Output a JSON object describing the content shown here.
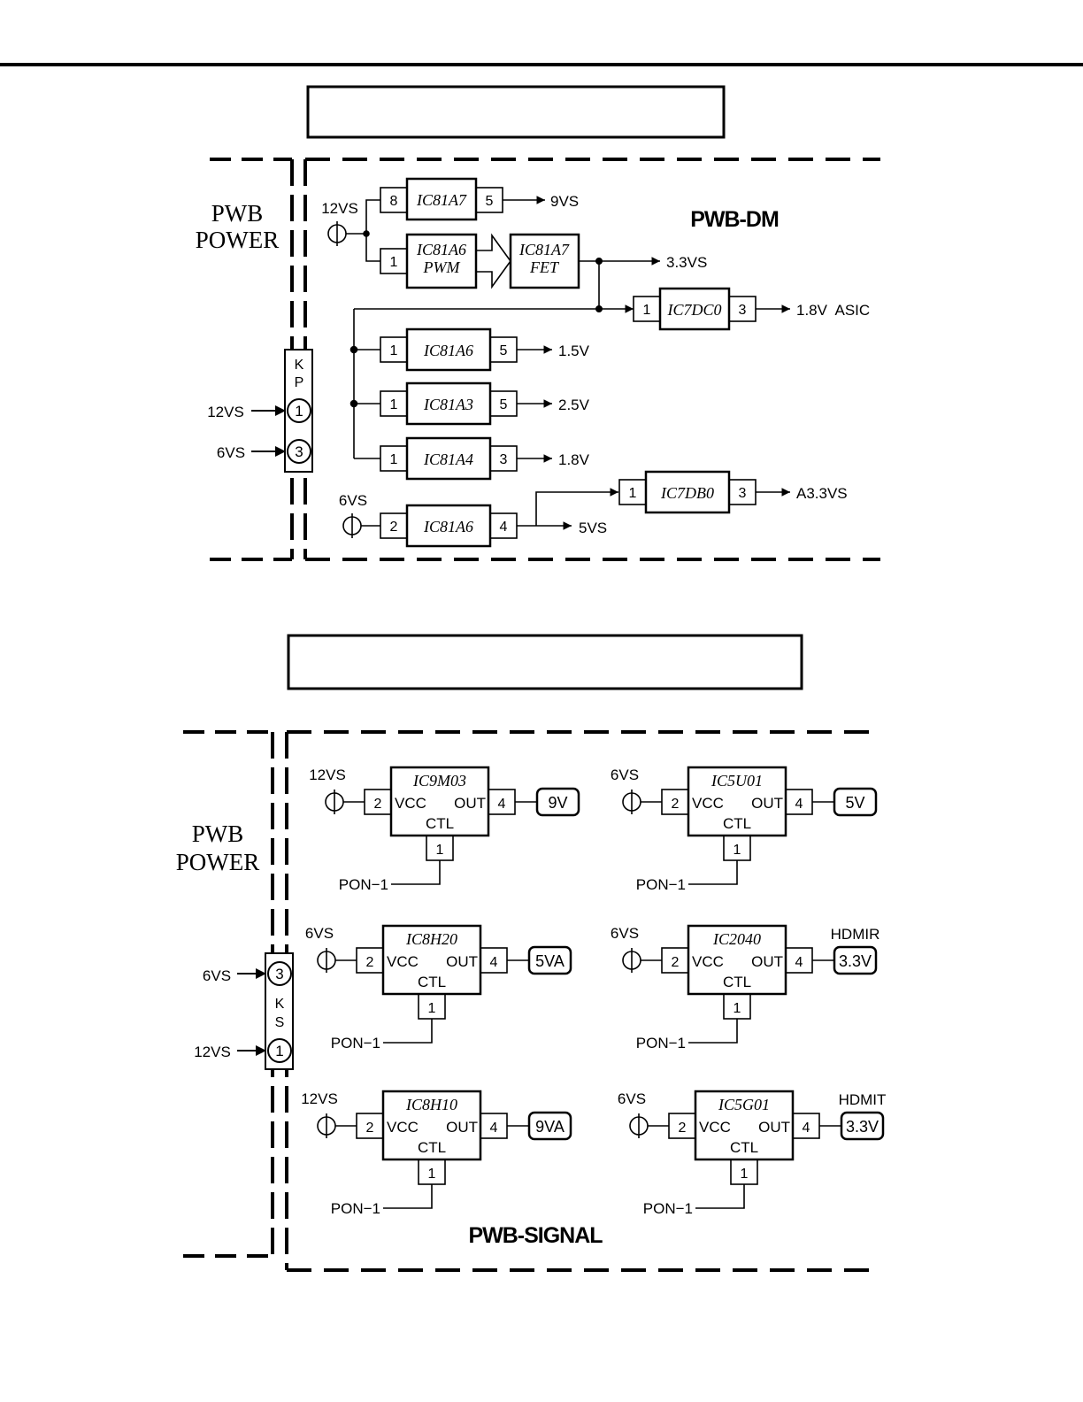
{
  "page": {
    "top_box_text": "",
    "bottom_box_text": ""
  },
  "dm": {
    "board_label": "PWB-DM",
    "power_label_1": "PWB",
    "power_label_2": "POWER",
    "connector": {
      "k": "K",
      "p": "P",
      "pin1": "1",
      "pin3": "3",
      "in1": "12VS",
      "in3": "6VS"
    },
    "source_12vs": "12VS",
    "source_6vs": "6VS",
    "ic_a7": {
      "name": "IC81A7",
      "pin_in": "8",
      "pin_out": "5",
      "out": "9VS"
    },
    "ic_pwm": {
      "name": "IC81A6",
      "sub": "PWM",
      "pin_in": "1"
    },
    "ic_fet": {
      "name": "IC81A7",
      "sub": "FET",
      "out": "3.3VS"
    },
    "ic_7dc0": {
      "name": "IC7DC0",
      "pin_in": "1",
      "pin_out": "3",
      "out": "1.8V  ASIC"
    },
    "ic_15": {
      "name": "IC81A6",
      "pin_in": "1",
      "pin_out": "5",
      "out": "1.5V"
    },
    "ic_25": {
      "name": "IC81A3",
      "pin_in": "1",
      "pin_out": "5",
      "out": "2.5V"
    },
    "ic_18": {
      "name": "IC81A4",
      "pin_in": "1",
      "pin_out": "3",
      "out": "1.8V"
    },
    "ic_5vs": {
      "name": "IC81A6",
      "pin_in": "2",
      "pin_out": "4",
      "out": "5VS"
    },
    "ic_7db0": {
      "name": "IC7DB0",
      "pin_in": "1",
      "pin_out": "3",
      "out": "A3.3VS"
    }
  },
  "signal": {
    "board_label": "PWB-SIGNAL",
    "power_label_1": "PWB",
    "power_label_2": "POWER",
    "connector": {
      "k": "K",
      "s": "S",
      "pin3": "3",
      "pin1": "1",
      "in3": "6VS",
      "in1": "12VS"
    },
    "common": {
      "vcc": "VCC",
      "out": "OUT",
      "ctl": "CTL",
      "pin_in": "2",
      "pin_out": "4",
      "pin_ctl": "1",
      "pon": "PON−1"
    },
    "regulators": [
      {
        "name": "IC9M03",
        "source": "12VS",
        "output": "9V",
        "output_top": ""
      },
      {
        "name": "IC5U01",
        "source": "6VS",
        "output": "5V",
        "output_top": ""
      },
      {
        "name": "IC8H20",
        "source": "6VS",
        "output": "5VA",
        "output_top": ""
      },
      {
        "name": "IC2040",
        "source": "6VS",
        "output": "3.3V",
        "output_top": "HDMIR"
      },
      {
        "name": "IC8H10",
        "source": "12VS",
        "output": "9VA",
        "output_top": ""
      },
      {
        "name": "IC5G01",
        "source": "6VS",
        "output": "3.3V",
        "output_top": "HDMIT"
      }
    ]
  }
}
